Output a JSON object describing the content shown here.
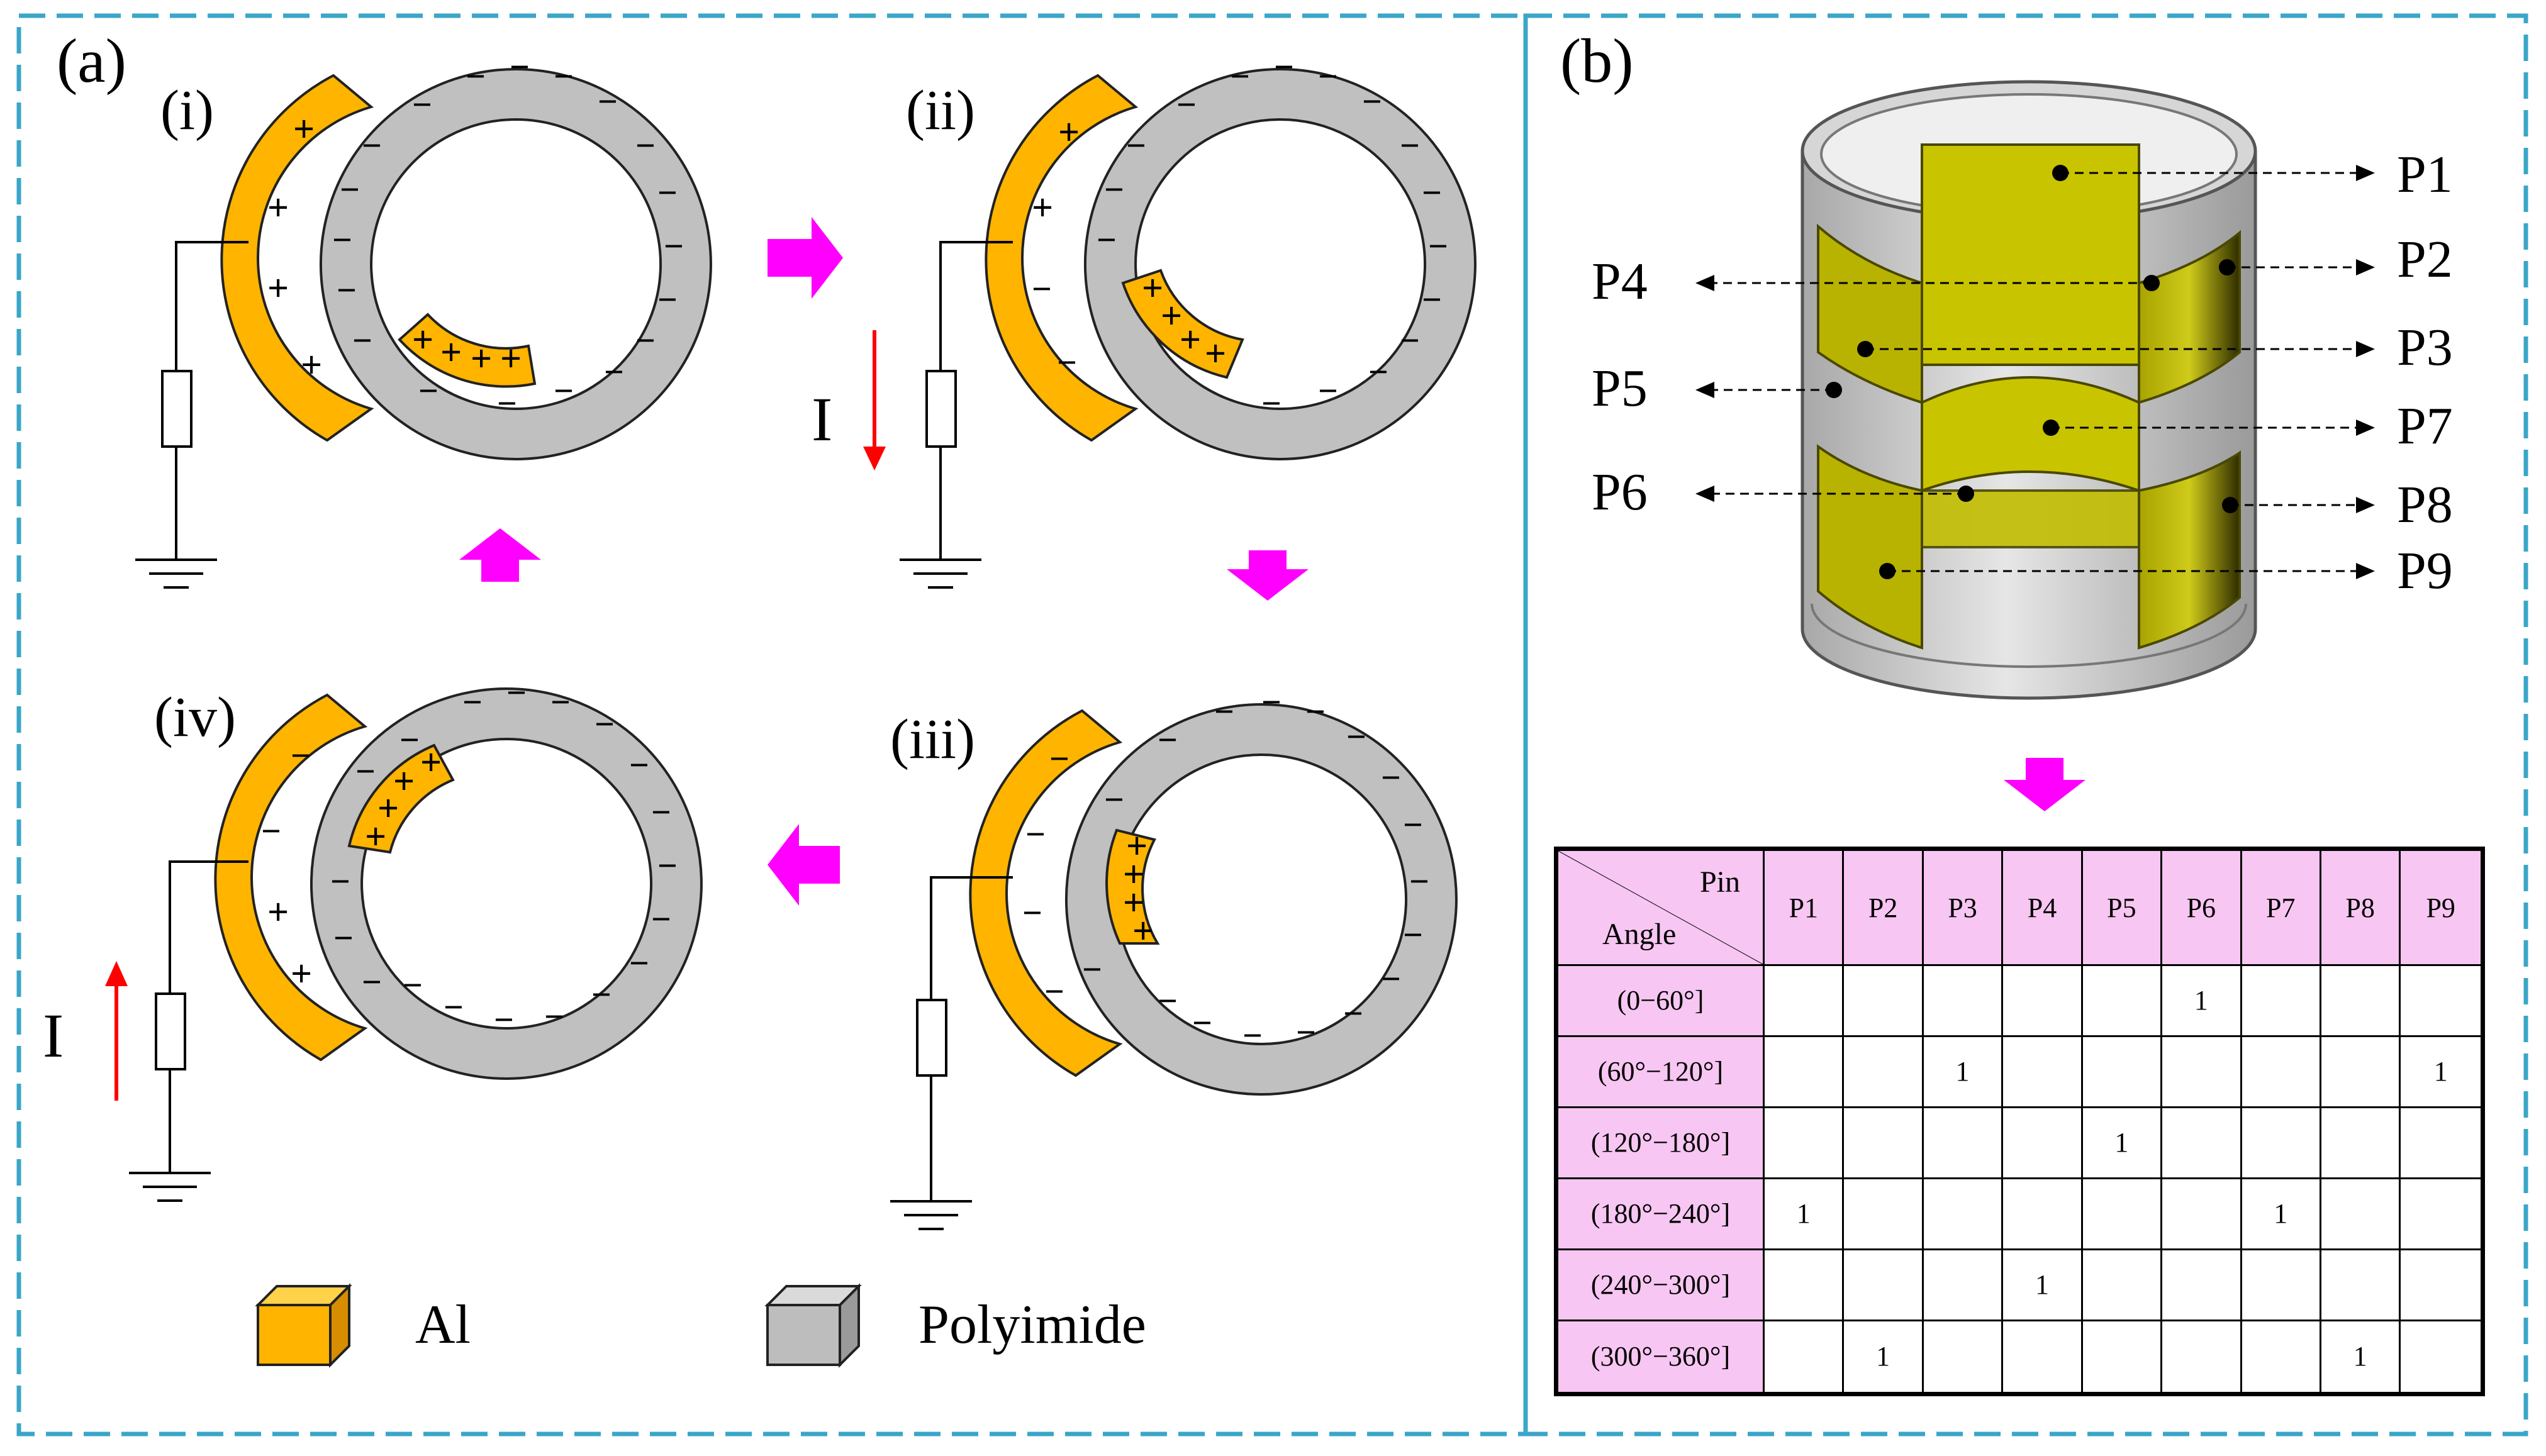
{
  "panel_a": {
    "label": "(a)",
    "sub_i": "(i)",
    "sub_ii": "(ii)",
    "sub_iii": "(iii)",
    "sub_iv": "(iv)",
    "current_label": "I",
    "plus": "+",
    "minus": "−",
    "legend": {
      "al": "Al",
      "polyimide": "Polyimide"
    }
  },
  "panel_b": {
    "label": "(b)",
    "pins": {
      "p1": "P1",
      "p2": "P2",
      "p3": "P3",
      "p4": "P4",
      "p5": "P5",
      "p6": "P6",
      "p7": "P7",
      "p8": "P8",
      "p9": "P9"
    }
  },
  "table": {
    "corner_pin": "Pin",
    "corner_angle": "Angle",
    "columns": [
      "P1",
      "P2",
      "P3",
      "P4",
      "P5",
      "P6",
      "P7",
      "P8",
      "P9"
    ],
    "rows": [
      {
        "angle": "(0−60°]",
        "cells": [
          "",
          "",
          "",
          "",
          "",
          "1",
          "",
          "",
          ""
        ]
      },
      {
        "angle": "(60°−120°]",
        "cells": [
          "",
          "",
          "1",
          "",
          "",
          "",
          "",
          "",
          "1"
        ]
      },
      {
        "angle": "(120°−180°]",
        "cells": [
          "",
          "",
          "",
          "",
          "1",
          "",
          "",
          "",
          ""
        ]
      },
      {
        "angle": "(180°−240°]",
        "cells": [
          "1",
          "",
          "",
          "",
          "",
          "",
          "1",
          "",
          ""
        ]
      },
      {
        "angle": "(240°−300°]",
        "cells": [
          "",
          "",
          "",
          "1",
          "",
          "",
          "",
          "",
          ""
        ]
      },
      {
        "angle": "(300°−360°]",
        "cells": [
          "",
          "1",
          "",
          "",
          "",
          "",
          "",
          "1",
          ""
        ]
      }
    ]
  },
  "colors": {
    "al": "#ffb400",
    "polyimide": "#c0c0c0",
    "arrow": "#ff00ff",
    "current": "#ff0000",
    "pad": "#c8c400",
    "frame": "#3aa6c8",
    "table_header": "#f7c6f2"
  }
}
